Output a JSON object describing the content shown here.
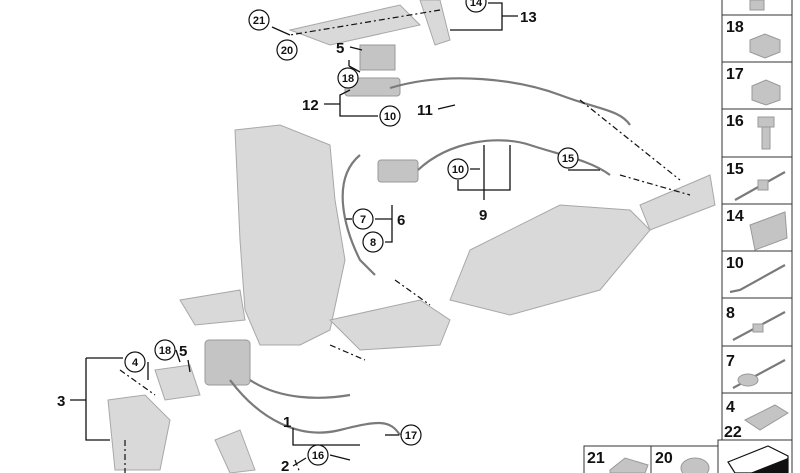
{
  "diagram": {
    "callouts": [
      {
        "id": "c21",
        "text": "21",
        "circled": true
      },
      {
        "id": "c20",
        "text": "20",
        "circled": true
      },
      {
        "id": "c14",
        "text": "14",
        "circled": true
      },
      {
        "id": "c13",
        "text": "13",
        "circled": false
      },
      {
        "id": "c5a",
        "text": "5",
        "circled": false
      },
      {
        "id": "c18a",
        "text": "18",
        "circled": true
      },
      {
        "id": "c12",
        "text": "12",
        "circled": false
      },
      {
        "id": "c10a",
        "text": "10",
        "circled": true
      },
      {
        "id": "c11",
        "text": "11",
        "circled": false
      },
      {
        "id": "c10b",
        "text": "10",
        "circled": true
      },
      {
        "id": "c9",
        "text": "9",
        "circled": false
      },
      {
        "id": "c15",
        "text": "15",
        "circled": true
      },
      {
        "id": "c7",
        "text": "7",
        "circled": true
      },
      {
        "id": "c6",
        "text": "6",
        "circled": false
      },
      {
        "id": "c8",
        "text": "8",
        "circled": true
      },
      {
        "id": "c4",
        "text": "4",
        "circled": true
      },
      {
        "id": "c18b",
        "text": "18",
        "circled": true
      },
      {
        "id": "c5b",
        "text": "5",
        "circled": false
      },
      {
        "id": "c3",
        "text": "3",
        "circled": false
      },
      {
        "id": "c1",
        "text": "1",
        "circled": false
      },
      {
        "id": "c2",
        "text": "2",
        "circled": false
      },
      {
        "id": "c16",
        "text": "16",
        "circled": true
      },
      {
        "id": "c17",
        "text": "17",
        "circled": true
      }
    ],
    "parts_column": [
      "18",
      "17",
      "16",
      "15",
      "14",
      "10",
      "8",
      "7",
      "4",
      "22"
    ],
    "parts_bottom_row": [
      "21",
      "20",
      ""
    ]
  }
}
